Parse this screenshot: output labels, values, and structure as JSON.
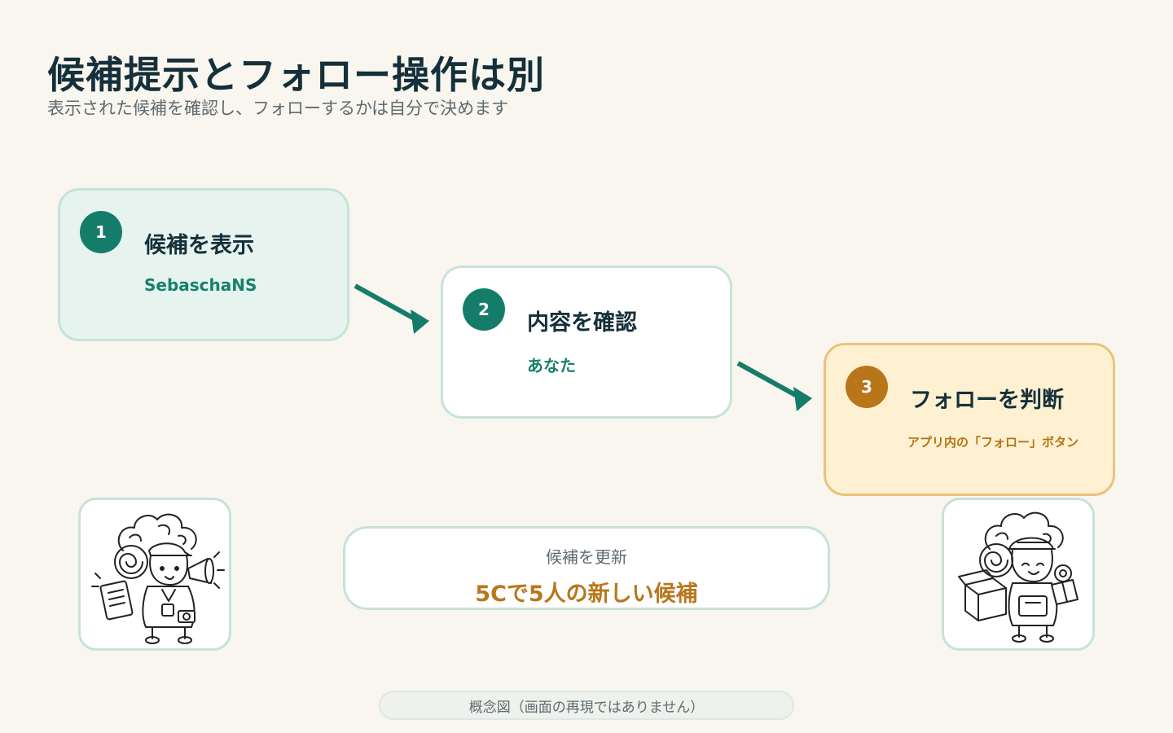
{
  "header": {
    "title": "候補提示とフォロー操作は別",
    "subtitle": "表示された候補を確認し、フォローするかは自分で決めます"
  },
  "steps": [
    {
      "number": "1",
      "label": "候補を表示",
      "actor": "SebaschaNS"
    },
    {
      "number": "2",
      "label": "内容を確認",
      "actor": "あなた"
    },
    {
      "number": "3",
      "label": "フォローを判断",
      "actor": "アプリ内の「フォロー」ボタン"
    }
  ],
  "update": {
    "label": "候補を更新",
    "value": "5Cで5人の新しい候補"
  },
  "footer": {
    "note": "概念図（画面の再現ではありません）"
  },
  "colors": {
    "background": "#f8f6ee",
    "teal_accent": "#167c6a",
    "orange_accent": "#b8751a",
    "card_border": "#c7e2da",
    "highlight_card": "#fdf1d2"
  },
  "icons": {
    "mascot_left": "mascot-megaphone-icon",
    "mascot_right": "mascot-boxes-icon",
    "flow_arrow": "arrow-right-down-icon"
  }
}
